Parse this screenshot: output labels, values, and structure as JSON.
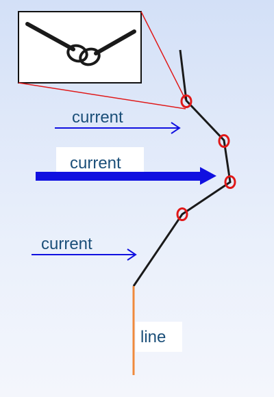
{
  "labels": {
    "current_top": "current",
    "current_middle": "current",
    "current_bottom": "current",
    "line": "line"
  },
  "colors": {
    "current_arrow": "#1010e0",
    "line_segment": "#f08a3c",
    "chain": "#1a1a1a",
    "joint_ring": "#e01818",
    "label_text": "#1b4f79",
    "inset_pointer": "#e01818"
  }
}
